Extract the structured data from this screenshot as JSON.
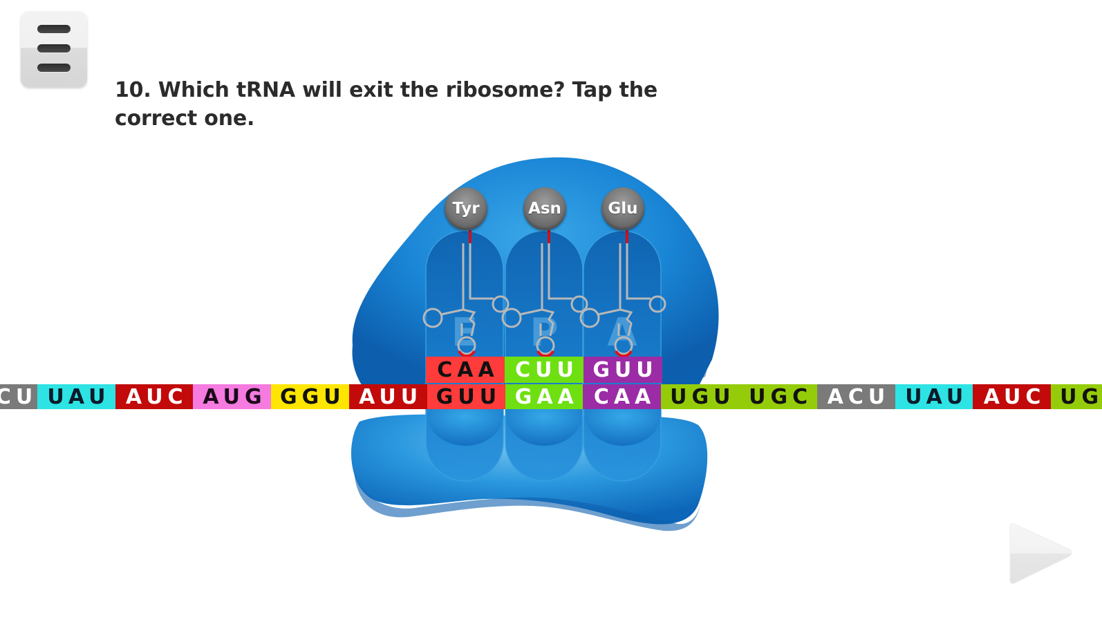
{
  "menu": {
    "icon": "hamburger-menu-icon"
  },
  "question": {
    "text": "10. Which tRNA will exit the ribosome? Tap the correct one."
  },
  "mrna": {
    "codons": [
      {
        "seq": "ACU",
        "visible": "CU",
        "color": "#7a7a7a",
        "text_color": "#ffffff"
      },
      {
        "seq": "UAU",
        "color": "#2ee3e3",
        "text_color": "#0b1a2a"
      },
      {
        "seq": "AUC",
        "color": "#c20a0a",
        "text_color": "#ffffff"
      },
      {
        "seq": "AUG",
        "color": "#f57be0",
        "text_color": "#1a0a1a"
      },
      {
        "seq": "GGU",
        "color": "#ffe600",
        "text_color": "#111111"
      },
      {
        "seq": "AUU",
        "color": "#c20a0a",
        "text_color": "#ffffff"
      },
      {
        "seq": "GUU",
        "color": "#ff3b3b",
        "text_color": "#111111"
      },
      {
        "seq": "GAA",
        "color": "#6ee012",
        "text_color": "#ffffff"
      },
      {
        "seq": "CAA",
        "color": "#9b2ca6",
        "text_color": "#ffffff"
      },
      {
        "seq": "UGU",
        "color": "#95cc0a",
        "text_color": "#111111"
      },
      {
        "seq": "UGC",
        "color": "#95cc0a",
        "text_color": "#111111"
      },
      {
        "seq": "ACU",
        "color": "#7a7a7a",
        "text_color": "#ffffff"
      },
      {
        "seq": "UAU",
        "color": "#2ee3e3",
        "text_color": "#0b1a2a"
      },
      {
        "seq": "AUC",
        "color": "#c20a0a",
        "text_color": "#ffffff"
      },
      {
        "seq": "UGU",
        "visible": "UG",
        "color": "#95cc0a",
        "text_color": "#111111"
      }
    ]
  },
  "ribosome": {
    "color": "#1a86d6",
    "sites": [
      {
        "site": "E",
        "amino_acid": "Tyr",
        "anticodon": "CAA",
        "codon": "GUU",
        "anticodon_color": "#ff3b3b",
        "anticodon_text_color": "#111111"
      },
      {
        "site": "P",
        "amino_acid": "Asn",
        "anticodon": "CUU",
        "codon": "GAA",
        "anticodon_color": "#6ee012",
        "anticodon_text_color": "#ffffff"
      },
      {
        "site": "A",
        "amino_acid": "Glu",
        "anticodon": "GUU",
        "codon": "CAA",
        "anticodon_color": "#9b2ca6",
        "anticodon_text_color": "#ffffff"
      }
    ]
  },
  "navigation": {
    "next_icon": "play-arrow-icon"
  }
}
